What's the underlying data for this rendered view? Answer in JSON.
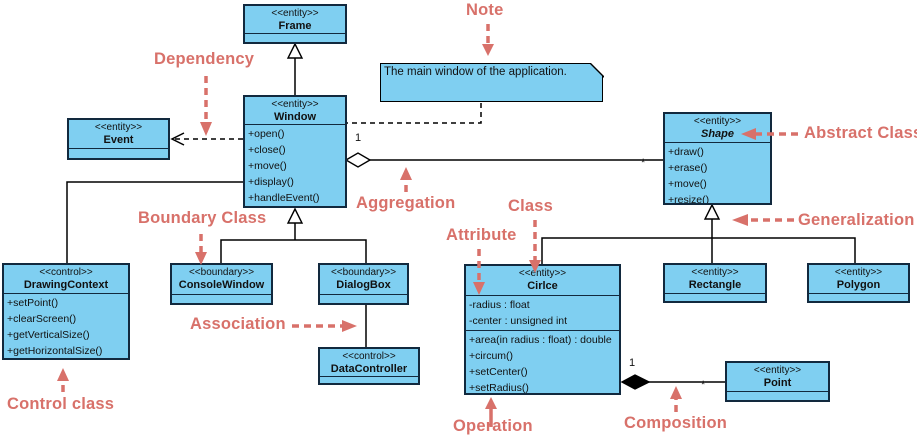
{
  "colors": {
    "node_fill": "#7FCFF1",
    "node_border": "#12293E",
    "annotation": "#D8716A",
    "connector": "#000000"
  },
  "note": {
    "text": "The main window of the application."
  },
  "classes": {
    "frame": {
      "stereotype": "<<entity>>",
      "name": "Frame"
    },
    "window": {
      "stereotype": "<<entity>>",
      "name": "Window",
      "operations": [
        "+open()",
        "+close()",
        "+move()",
        "+display()",
        "+handleEvent()"
      ]
    },
    "event": {
      "stereotype": "<<entity>>",
      "name": "Event"
    },
    "shape": {
      "stereotype": "<<entity>>",
      "name": "Shape",
      "operations": [
        "+draw()",
        "+erase()",
        "+move()",
        "+resize()"
      ]
    },
    "drawing_context": {
      "stereotype": "<<control>>",
      "name": "DrawingContext",
      "operations": [
        "+setPoint()",
        "+clearScreen()",
        "+getVerticalSize()",
        "+getHorizontalSize()"
      ]
    },
    "console_window": {
      "stereotype": "<<boundary>>",
      "name": "ConsoleWindow"
    },
    "dialog_box": {
      "stereotype": "<<boundary>>",
      "name": "DialogBox"
    },
    "data_controller": {
      "stereotype": "<<control>>",
      "name": "DataController"
    },
    "circle": {
      "stereotype": "<<entity>>",
      "name": "Cirlce",
      "attributes": [
        "-radius : float",
        "-center : unsigned int"
      ],
      "operations": [
        "+area(in radius : float) : double",
        "+circum()",
        "+setCenter()",
        "+setRadius()"
      ]
    },
    "rectangle": {
      "stereotype": "<<entity>>",
      "name": "Rectangle"
    },
    "polygon": {
      "stereotype": "<<entity>>",
      "name": "Polygon"
    },
    "point": {
      "stereotype": "<<entity>>",
      "name": "Point"
    }
  },
  "annotations": {
    "note": "Note",
    "dependency": "Dependency",
    "abstract_class": "Abstract Class",
    "aggregation": "Aggregation",
    "generalization": "Generalization",
    "boundary_class": "Boundary Class",
    "class_marker": "Class",
    "attribute": "Attribute",
    "association": "Association",
    "control_class": "Control class",
    "operation": "Operation",
    "composition": "Composition"
  },
  "multiplicities": {
    "aggregation_one": "1",
    "aggregation_many": "*",
    "composition_one": "1",
    "composition_many": "*"
  }
}
